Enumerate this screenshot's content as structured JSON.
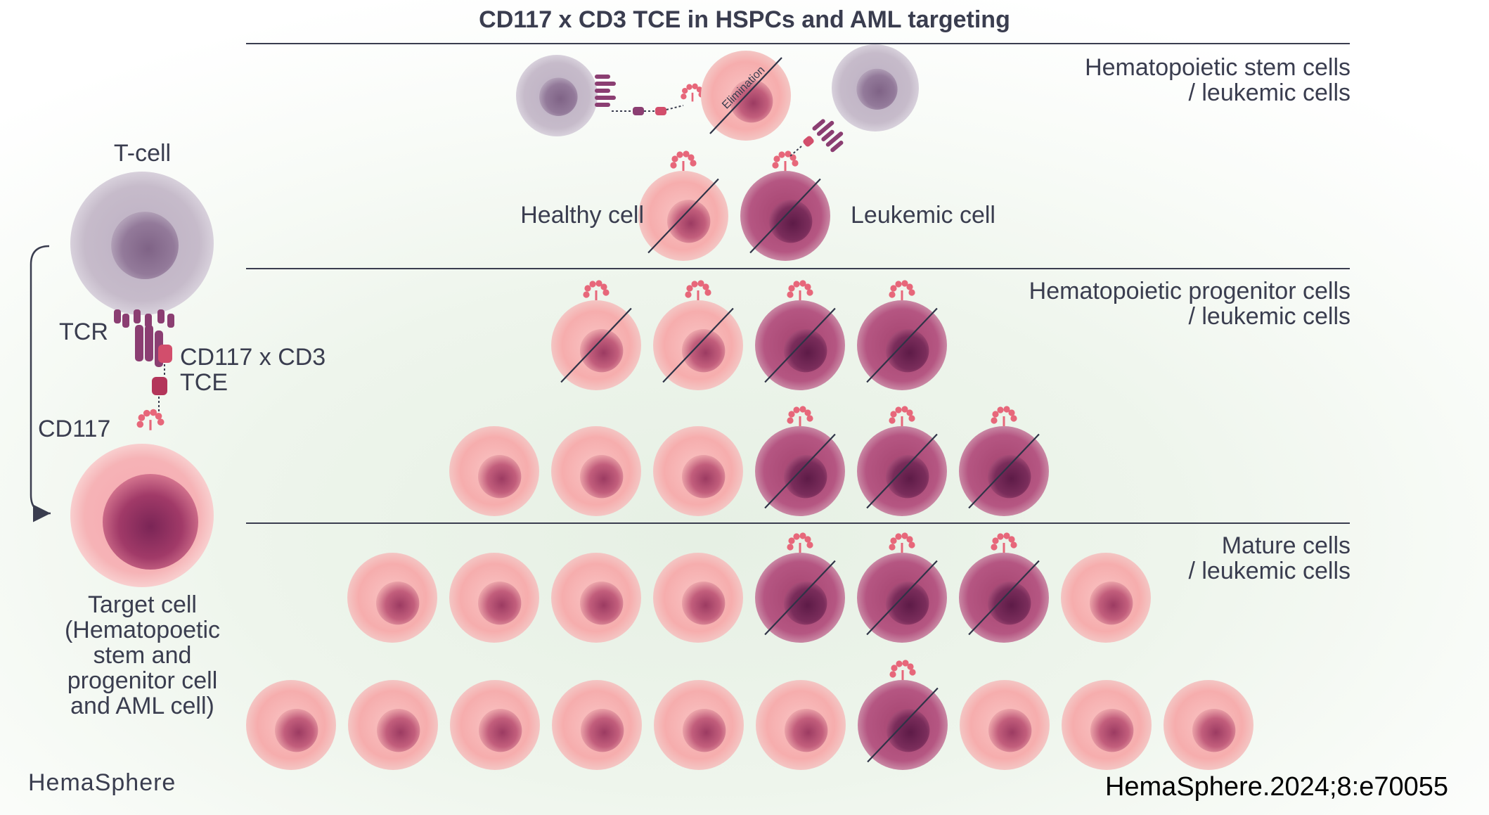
{
  "title": "CD117 x CD3 TCE in HSPCs and AML targeting",
  "left_panel": {
    "t_cell_label": "T-cell",
    "tcr_label": "TCR",
    "tce_label_line1": "CD117 x CD3",
    "tce_label_line2": "TCE",
    "cd117_label": "CD117",
    "target_label_lines": [
      "Target cell",
      "(Hematopoetic",
      "stem and",
      "progenitor cell",
      "and AML cell)"
    ]
  },
  "sections": {
    "stem": {
      "label_line1": "Hematopoietic stem cells",
      "label_line2": "/ leukemic cells"
    },
    "progenitor": {
      "label_line1": "Hematopoietic progenitor cells",
      "label_line2": "/ leukemic cells"
    },
    "mature": {
      "label_line1": "Mature cells",
      "label_line2": "/ leukemic cells"
    }
  },
  "stem_row_labels": {
    "healthy": "Healthy cell",
    "leukemic": "Leukemic cell"
  },
  "elimination_label": "Elimination",
  "cell_rows": [
    {
      "row": "stem",
      "cells": [
        "healthy-cd117-eliminated",
        "leukemic-cd117-eliminated"
      ]
    },
    {
      "row": "progenitor-1",
      "cells": [
        "healthy-cd117-eliminated",
        "healthy-cd117-eliminated",
        "leukemic-cd117-eliminated",
        "leukemic-cd117-eliminated"
      ]
    },
    {
      "row": "progenitor-2",
      "cells": [
        "healthy",
        "healthy",
        "healthy",
        "leukemic-cd117-eliminated",
        "leukemic-cd117-eliminated",
        "leukemic-cd117-eliminated"
      ]
    },
    {
      "row": "mature-1",
      "cells": [
        "healthy",
        "healthy",
        "healthy",
        "healthy",
        "leukemic-cd117-eliminated",
        "leukemic-cd117-eliminated",
        "leukemic-cd117-eliminated",
        "healthy"
      ]
    },
    {
      "row": "mature-2",
      "cells": [
        "healthy",
        "healthy",
        "healthy",
        "healthy",
        "healthy",
        "healthy",
        "leukemic-cd117-eliminated",
        "healthy",
        "healthy",
        "healthy"
      ]
    }
  ],
  "colors": {
    "healthy_outer": "#f7b4b4",
    "healthy_nucleus": "#b04a6c",
    "leukemic_outer": "#b24d78",
    "leukemic_nucleus": "#6e2252",
    "tcell_outer": "#c7bccb",
    "tcell_nucleus": "#8f7496",
    "cd117": "#e7677a",
    "receptor": "#8b3e72",
    "text": "#3a3d4f"
  },
  "footer": {
    "left": "HemaSphere",
    "right": "HemaSphere.2024;8:e70055"
  }
}
